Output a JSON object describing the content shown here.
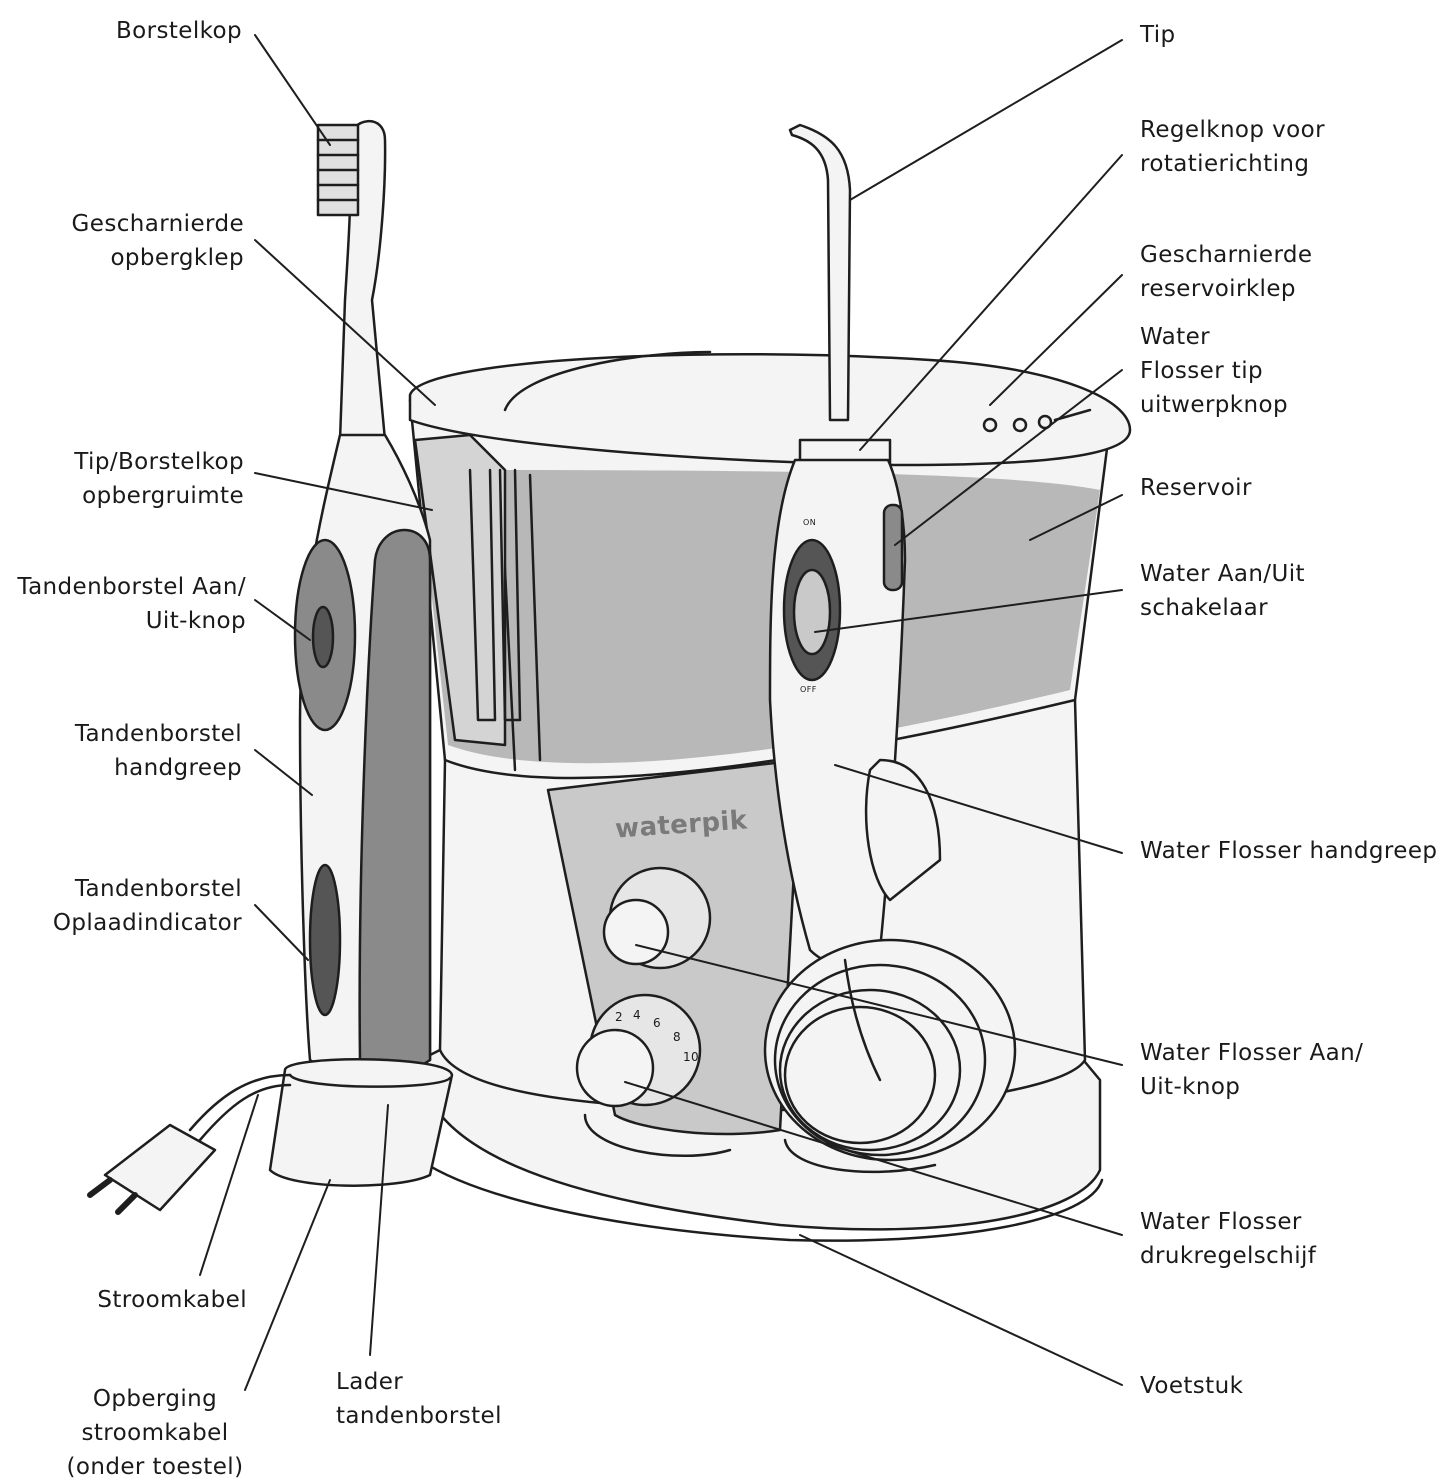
{
  "colors": {
    "outline": "#1e1e1e",
    "body_fill": "#f4f4f4",
    "water_fill": "#b8b8b8",
    "panel_fill": "#c9c9c9",
    "dark_fill": "#8a8a8a",
    "darker_fill": "#555555",
    "text": "#1a1a1a"
  },
  "device": {
    "logo": "waterpik",
    "switch_on": "ON",
    "switch_off": "OFF",
    "dial_marks": [
      "2",
      "4",
      "6",
      "8",
      "10"
    ]
  },
  "labels": {
    "borstelkop": [
      "Borstelkop"
    ],
    "opbergklep": [
      "Gescharnierde",
      "opbergklep"
    ],
    "opbergruimte": [
      "Tip/Borstelkop",
      "opbergruimte"
    ],
    "aanuit_knop": [
      "Tandenborstel Aan/",
      "Uit-knop"
    ],
    "handgreep": [
      "Tandenborstel",
      "handgreep"
    ],
    "oplaadindicator": [
      "Tandenborstel",
      "Oplaadindicator"
    ],
    "stroomkabel": [
      "Stroomkabel"
    ],
    "opberging": [
      "Opberging",
      "stroomkabel",
      "(onder toestel)"
    ],
    "lader": [
      "Lader",
      "tandenborstel"
    ],
    "tip": [
      "Tip"
    ],
    "regelknop": [
      "Regelknop voor",
      "rotatierichting"
    ],
    "reservoirklep": [
      "Gescharnierde",
      "reservoirklep"
    ],
    "uitwerpknop": [
      "Water",
      "Flosser tip",
      "uitwerpknop"
    ],
    "reservoir": [
      "Reservoir"
    ],
    "water_schakelaar": [
      "Water Aan/Uit",
      "schakelaar"
    ],
    "flosser_handgreep": [
      "Water Flosser handgreep"
    ],
    "flosser_aanuit": [
      "Water Flosser Aan/",
      "Uit-knop"
    ],
    "drukregelschijf": [
      "Water Flosser",
      "drukregelschijf"
    ],
    "voetstuk": [
      "Voetstuk"
    ]
  }
}
